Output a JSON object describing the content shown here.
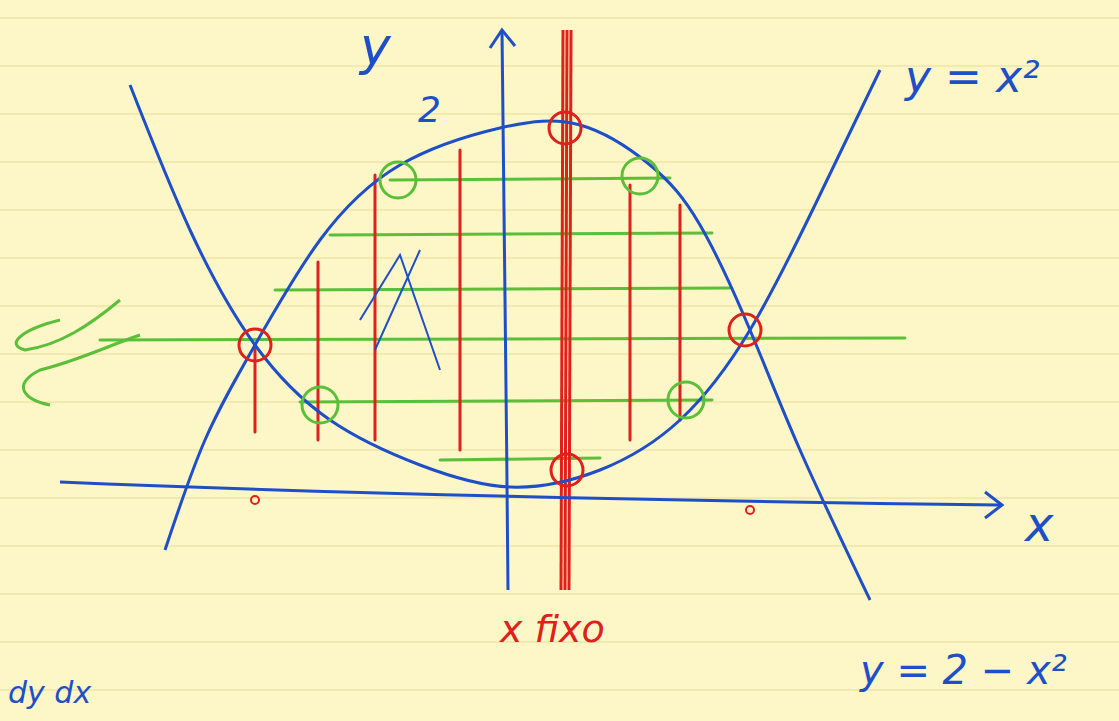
{
  "diagram": {
    "labels": [
      "y",
      "2",
      "y = x²",
      "y = 2 − x²",
      "x",
      "x fixo",
      "dy dx"
    ]
  }
}
